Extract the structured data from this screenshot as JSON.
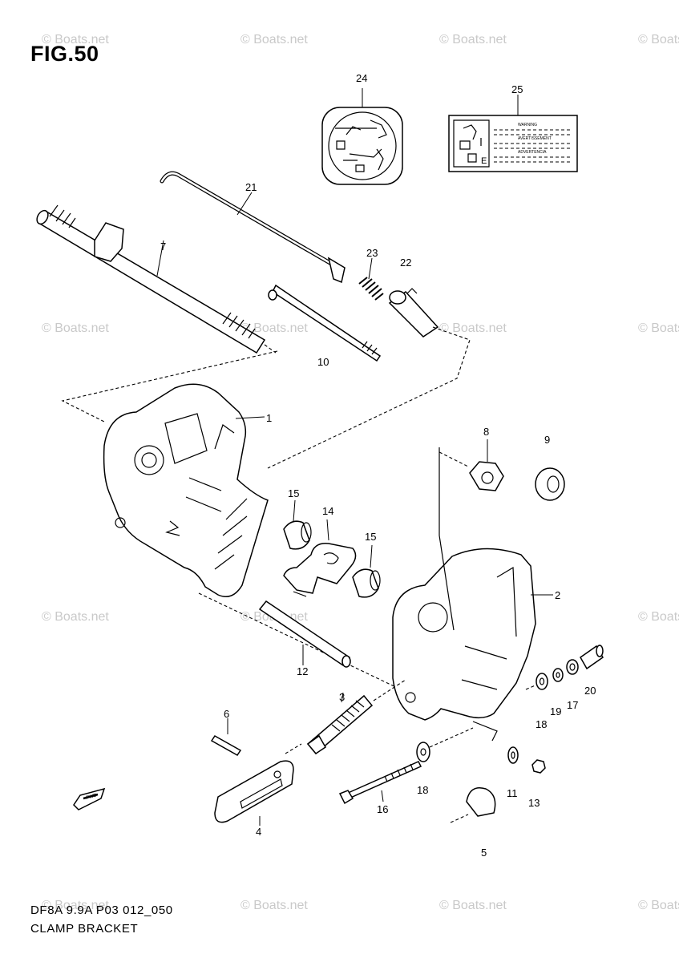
{
  "figure": {
    "title": "FIG.50",
    "model_code": "DF8A 9.9A P03 012_050",
    "name": "CLAMP BRACKET"
  },
  "watermark": {
    "text": "© Boats.net"
  },
  "callouts": [
    "1",
    "2",
    "3",
    "4",
    "5",
    "6",
    "7",
    "8",
    "9",
    "10",
    "11",
    "12",
    "13",
    "14",
    "15",
    "15",
    "16",
    "17",
    "18",
    "18",
    "19",
    "20",
    "21",
    "22",
    "23",
    "24",
    "25"
  ],
  "label_25": {
    "header": "WARNING",
    "line_1": "AVERTISSEMENT",
    "line_2": "ADVERTENCIA",
    "letter": "E"
  },
  "direction_marker": {
    "text": "FWD"
  },
  "colors": {
    "ink": "#000000",
    "watermark": "#c9c9c9",
    "background": "#ffffff"
  }
}
